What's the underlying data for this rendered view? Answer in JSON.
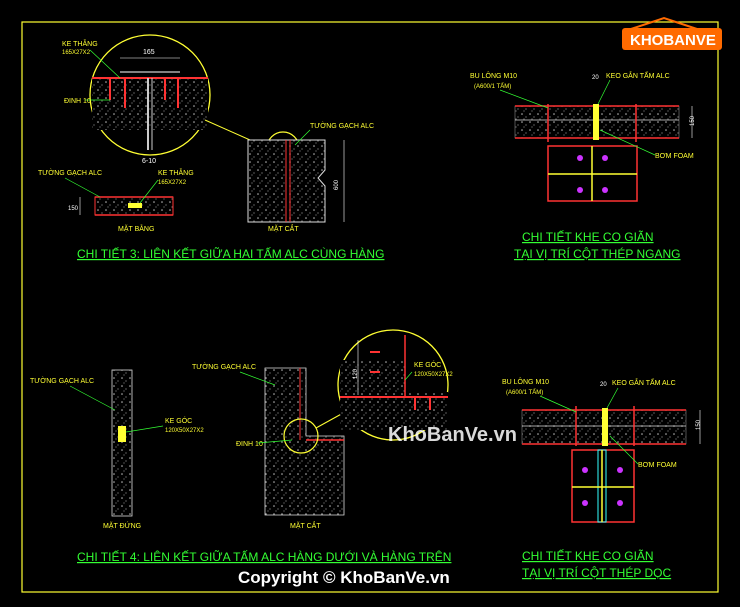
{
  "colors": {
    "background": "#000000",
    "frame": "#ffff33",
    "title": "#33ff33",
    "line_red": "#ff3333",
    "concrete": "#c8c8c8",
    "brand": "#ff6a00"
  },
  "logo": {
    "text": "KHOBANVE",
    "display": "KHOBANVE"
  },
  "watermark": {
    "text": "KhoBanVe.vn",
    "copyright": "Copyright © KhoBanVe.vn"
  },
  "detail3": {
    "title": "CHI TIẾT 3: LIÊN KẾT GIỮA HAI TẤM ALC CÙNG HÀNG",
    "labels": {
      "ke_thang_top": "KE THẲNG",
      "ke_thang_top_size": "165X27X2",
      "dinh": "ĐINH 10",
      "dim_165": "165",
      "dim_bottom": "6-10",
      "tuong_gach": "TƯỜNG GẠCH ALC",
      "ke_thang": "KE THẲNG",
      "ke_thang_size": "165X27X2",
      "dim_150": "150",
      "mat_bang": "MẶT BẰNG",
      "mat_cat": "MẶT CẮT",
      "tuong_gach_right": "TƯỜNG GẠCH ALC",
      "dim_600": "600"
    }
  },
  "detail4": {
    "title": "CHI TIẾT 4: LIÊN KẾT GIỮA TẤM ALC HÀNG DƯỚI VÀ HÀNG TRÊN",
    "labels": {
      "tuong_gach_left": "TƯỜNG GẠCH ALC",
      "ke_goc": "KE GÓC",
      "ke_goc_size": "120X50X27X2",
      "mat_dung": "MẶT ĐỨNG",
      "tuong_gach_mid": "TƯỜNG GẠCH ALC",
      "dinh": "ĐINH 10",
      "mat_cat": "MẶT CẮT",
      "ke_goc_right": "KE GÓC",
      "ke_goc_right_size": "120X50X27X2",
      "dim_120": "120"
    }
  },
  "detail_top_right": {
    "title_1": "CHI TIẾT KHE CO GIÃN",
    "title_2": "TẠI VỊ TRÍ CỘT THÉP NGANG",
    "labels": {
      "bu_long": "BU LÔNG M10",
      "bu_long_sub": "(A600/1 TẤM)",
      "dim_20": "20",
      "keo": "KEO GẮN TẤM ALC",
      "dim_150": "150",
      "bom_foam": "BƠM FOAM"
    }
  },
  "detail_bottom_right": {
    "title_1": "CHI TIẾT KHE CO GIÃN",
    "title_2": "TẠI VỊ TRÍ CỘT THÉP DỌC",
    "labels": {
      "bu_long": "BU LÔNG M10",
      "bu_long_sub": "(A600/1 TẤM)",
      "dim_20": "20",
      "keo": "KEO GẮN TẤM ALC",
      "dim_150": "150",
      "bom_foam": "BƠM FOAM"
    }
  }
}
